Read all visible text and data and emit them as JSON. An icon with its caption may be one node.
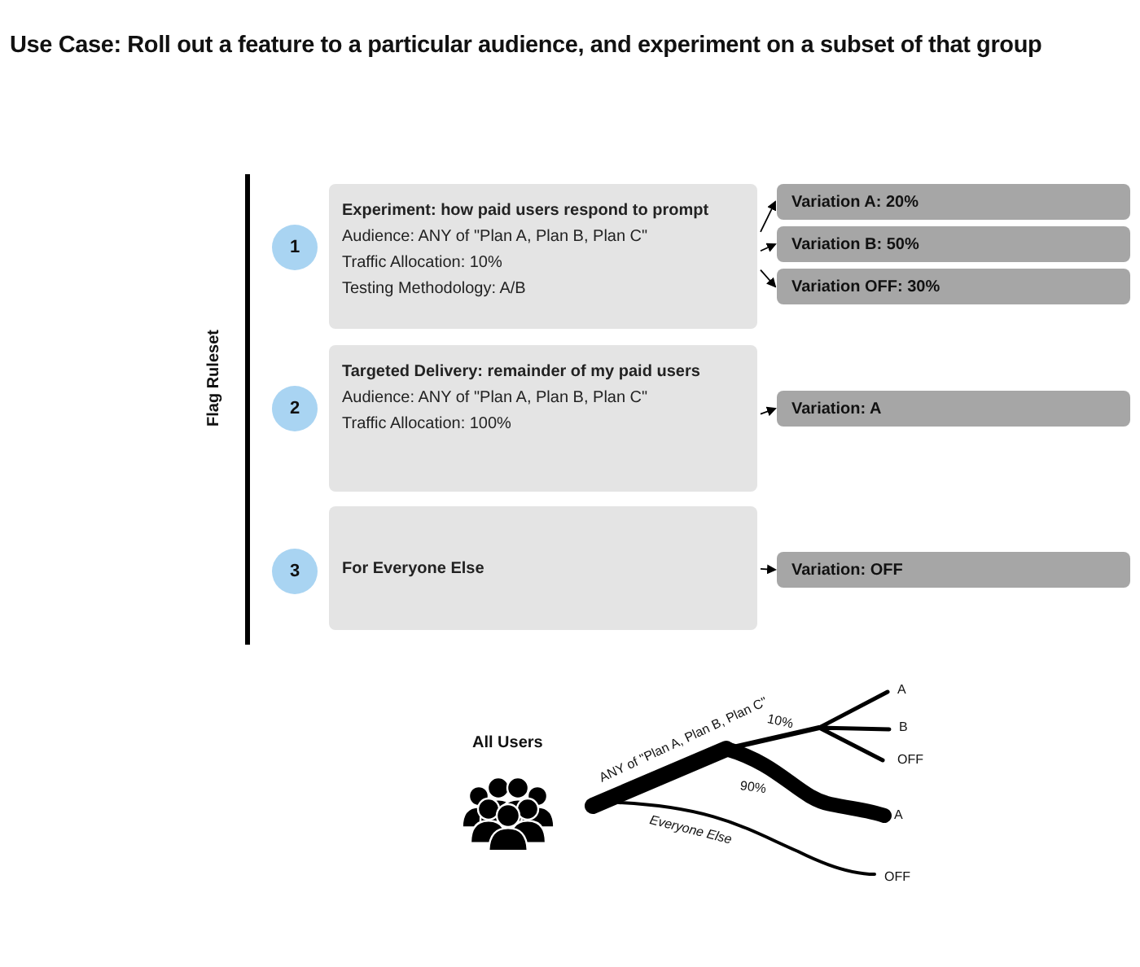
{
  "diagram": {
    "title": "Use Case: Roll out a feature to a particular audience, and experiment on a subset of that group",
    "nodes": [
      {
        "text": [
          "1"
        ]
      },
      {
        "text": [
          "Experiment: how paid users respond to prompt",
          "Audience: ANY of \"Plan A, Plan B, Plan C\"",
          "Traffic Allocation: 10%",
          "Testing Methodology: A/B"
        ]
      },
      {
        "text": [
          "Variation A: 20%"
        ]
      },
      {
        "text": [
          "Variation B: 50%"
        ]
      },
      {
        "text": [
          "Variation OFF: 30%"
        ]
      },
      {
        "text": [
          "2"
        ]
      },
      {
        "text": [
          "Targeted Delivery: remainder of my paid users",
          "Audience: ANY of \"Plan A, Plan B, Plan C\"",
          "Traffic Allocation: 100%"
        ]
      },
      {
        "text": [
          "Variation: A"
        ]
      },
      {
        "text": [
          "3"
        ]
      },
      {
        "text": [
          "For Everyone Else"
        ]
      },
      {
        "text": [
          "Variation: OFF"
        ]
      }
    ],
    "edges": [
      {
        "from": 1,
        "to": 2,
        "arrow": "to"
      },
      {
        "from": 1,
        "to": 3,
        "arrow": "to"
      },
      {
        "from": 1,
        "to": 4,
        "arrow": "to"
      },
      {
        "from": 6,
        "to": 7,
        "arrow": "to"
      },
      {
        "from": 9,
        "to": 10,
        "arrow": "to"
      }
    ],
    "labels": [
      "Flag Ruleset",
      "All Users",
      "ANY of \"Plan A, Plan B, Plan C\"",
      "10%",
      "90%",
      "Everyone Else",
      "A",
      "B",
      "OFF",
      "A",
      "OFF"
    ]
  }
}
